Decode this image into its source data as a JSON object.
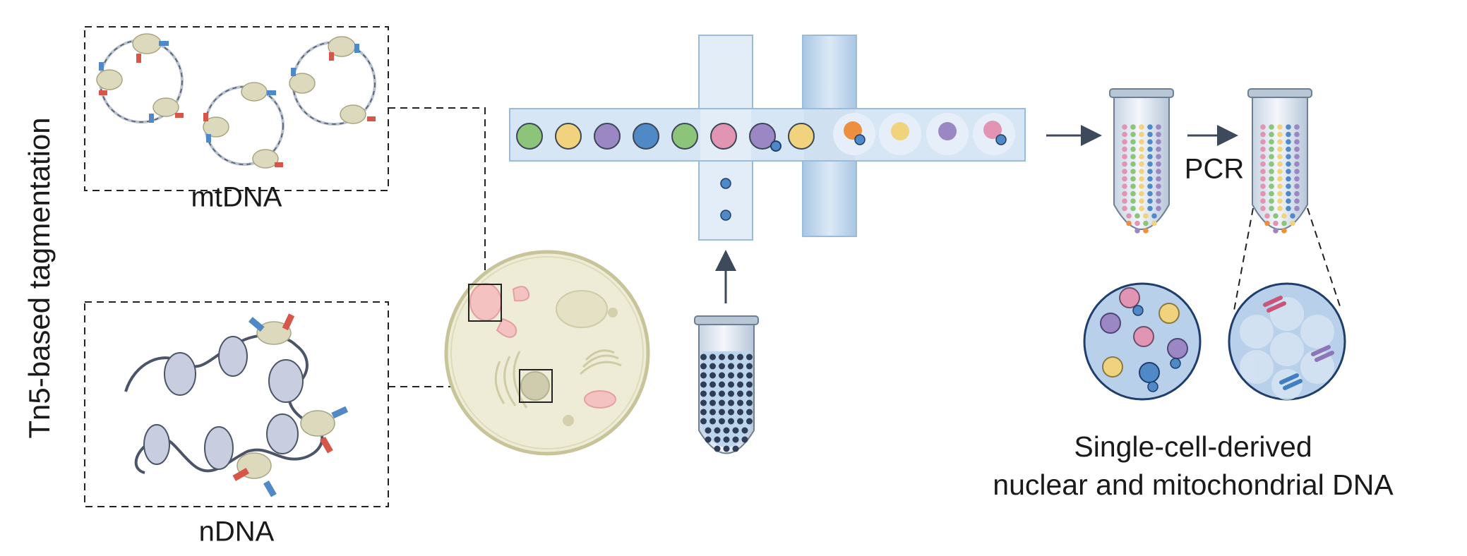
{
  "title_vertical": "Tn5-based tagmentation",
  "panels": {
    "mtdna_label": "mtDNA",
    "ndna_label": "nDNA"
  },
  "pcr_label": "PCR",
  "output_caption": {
    "line1": "Single-cell-derived",
    "line2": "nuclear and mitochondrial DNA"
  },
  "colors": {
    "green": "#8cc47a",
    "yellow": "#f1d37e",
    "purple": "#9b87c4",
    "blue": "#4f8ac6",
    "pink": "#e294b3",
    "orange": "#ee8f3f",
    "tn5_red": "#d6574a",
    "tn5_blue": "#4f8ac6",
    "channel_fill": "#d7e6f4",
    "channel_dark": "#b6cfe8",
    "cell_fill": "#eeecd6",
    "cell_border": "#c8c49a",
    "ink": "#1a1a1a",
    "arrow": "#3d4a5c"
  },
  "droplet_colors_sequence": [
    "green",
    "yellow",
    "purple",
    "blue",
    "green",
    "pink",
    "purple",
    "yellow"
  ],
  "encapsulated_droplets": [
    "orange",
    "yellow",
    "purple",
    "pink"
  ]
}
